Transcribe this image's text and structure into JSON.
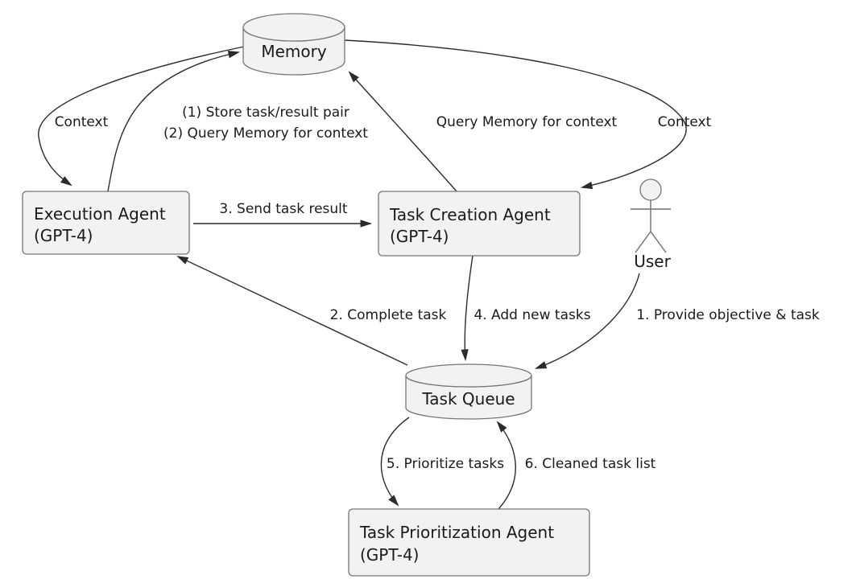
{
  "diagram": {
    "nodes": {
      "memory": {
        "label": "Memory",
        "shape": "cylinder"
      },
      "execution_agent": {
        "label": "Execution Agent",
        "sublabel": "(GPT-4)",
        "shape": "box"
      },
      "task_creation_agent": {
        "label": "Task Creation Agent",
        "sublabel": "(GPT-4)",
        "shape": "box"
      },
      "user": {
        "label": "User",
        "shape": "actor"
      },
      "task_queue": {
        "label": "Task Queue",
        "shape": "cylinder"
      },
      "task_prioritization_agent": {
        "label": "Task Prioritization Agent",
        "sublabel": "(GPT-4)",
        "shape": "box"
      }
    },
    "edges": {
      "context_left": {
        "label": "Context",
        "from": "Memory",
        "to": "Execution Agent"
      },
      "store_query": {
        "labels": [
          "(1) Store task/result pair",
          "(2) Query Memory for context"
        ],
        "from": "Execution Agent",
        "to": "Memory"
      },
      "query_memory": {
        "label": "Query Memory for context",
        "from": "Task Creation Agent",
        "to": "Memory"
      },
      "context_right": {
        "label": "Context",
        "from": "Memory",
        "to": "Task Creation Agent"
      },
      "send_task_result": {
        "label": "3. Send task result",
        "from": "Execution Agent",
        "to": "Task Creation Agent"
      },
      "complete_task": {
        "label": "2. Complete task",
        "from": "Task Queue",
        "to": "Execution Agent"
      },
      "add_new_tasks": {
        "label": "4. Add new tasks",
        "from": "Task Creation Agent",
        "to": "Task Queue"
      },
      "provide_objective": {
        "label": "1. Provide objective & task",
        "from": "User",
        "to": "Task Queue"
      },
      "prioritize_tasks": {
        "label": "5. Prioritize tasks",
        "from": "Task Queue",
        "to": "Task Prioritization Agent"
      },
      "cleaned_task_list": {
        "label": "6. Cleaned task list",
        "from": "Task Prioritization Agent",
        "to": "Task Queue"
      }
    },
    "colors": {
      "background": "#ffffff",
      "node_fill": "#f2f2f2",
      "node_border": "#757575",
      "edge_line": "#2b2b2b",
      "text": "#1a1a1a"
    }
  }
}
